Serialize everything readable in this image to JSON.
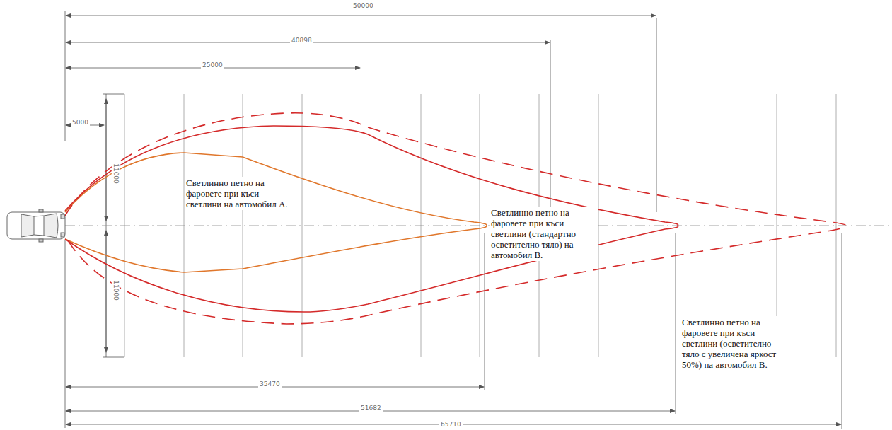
{
  "diagram": {
    "labels": [
      "50000",
      "40898",
      "25000",
      "5000",
      "11000",
      "11000",
      "35470",
      "51682",
      "65710",
      "Светлинно петно на фаровете при къси светлини на автомобил А.",
      "Светлинно петно на фаровете при къси светлини (стандартно осветително тяло) на автомобил В.",
      "Светлинно петно на фаровете при къси светлини (осветително тяло с увеличена яркост 50%) на автомобил В."
    ]
  }
}
